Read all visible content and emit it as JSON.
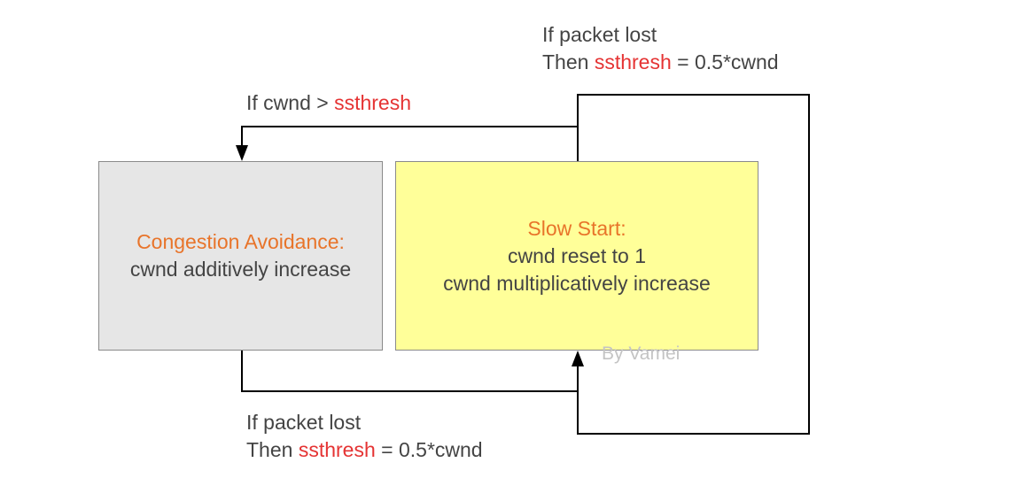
{
  "states": {
    "congestion_avoidance": {
      "title": "Congestion Avoidance:",
      "line1": "cwnd additively increase"
    },
    "slow_start": {
      "title": "Slow Start:",
      "line1": "cwnd reset to 1",
      "line2": "cwnd multiplicatively increase"
    }
  },
  "transitions": {
    "top_loop": {
      "line1": "If packet lost",
      "line2_prefix": "Then ",
      "line2_var": "ssthresh",
      "line2_suffix": " = 0.5*cwnd"
    },
    "to_ca": {
      "prefix": "If cwnd > ",
      "var": "ssthresh"
    },
    "bottom": {
      "line1": "If packet lost",
      "line2_prefix": "Then ",
      "line2_var": "ssthresh",
      "line2_suffix": " = 0.5*cwnd"
    }
  },
  "watermark": "By Vamei",
  "colors": {
    "state_title": "#e8742a",
    "variable_highlight": "#e53333",
    "ca_fill": "#e6e6e6",
    "ss_fill": "#ffff99",
    "line": "#000000"
  }
}
